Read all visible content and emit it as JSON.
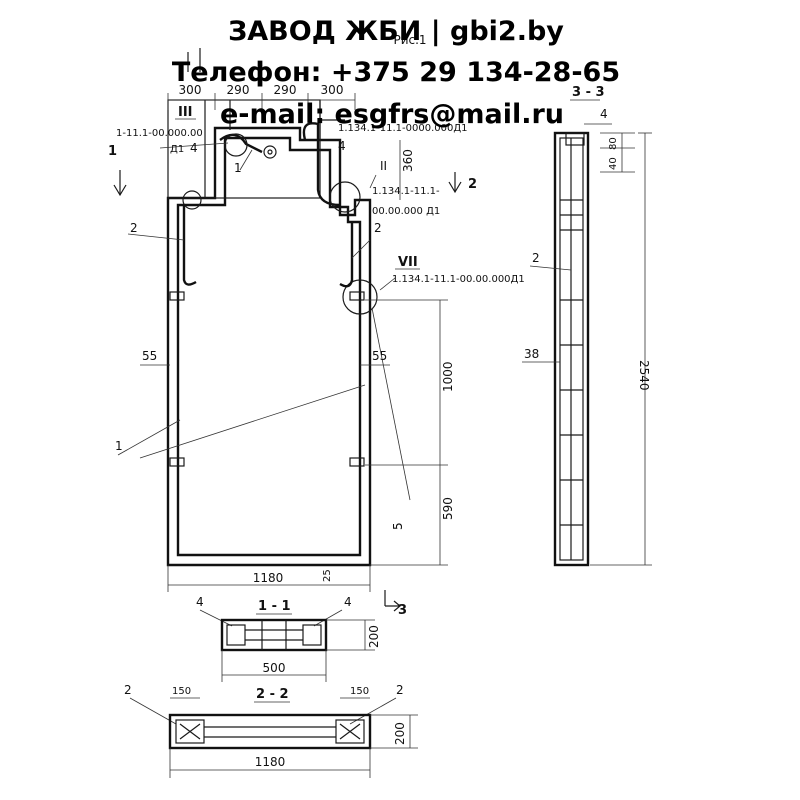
{
  "banner": {
    "line1": "ЗАВОД ЖБИ | gbi2.by",
    "line2": "Телефон: +375 29 134-28-65",
    "line3": "e-mail: esgfrs@mail.ru"
  },
  "drawing": {
    "figure_label": "Рис.1",
    "top_dims": [
      "300",
      "290",
      "290",
      "300"
    ],
    "node_III": "III",
    "node_VII": "VII",
    "code_left": "1-11.1-00.000.00",
    "code_left_suffix": "Д1",
    "code_mid": "1.134.1-11.1-0000.000Д1",
    "code_right_1": "1.134.1-11.1-",
    "code_right_2": "00.00.000 Д1",
    "code_vii": "1.134.1-11.1-00.00.000Д1",
    "label_2": "2",
    "label_4": "4",
    "label_1": "1",
    "label_II": "II",
    "label_5": "5",
    "label_55": "55",
    "label_38": "38",
    "dim_360": "360",
    "dim_1000": "1000",
    "dim_590": "590",
    "dim_25": "25",
    "dim_1180": "1180",
    "dim_2540": "2540",
    "dim_80": "80",
    "dim_40": "40",
    "dim_4_side": "4",
    "section_33": "3 - 3",
    "section_11": "1 - 1",
    "dim_200_a": "200",
    "dim_500": "500",
    "section_22": "2 - 2",
    "dim_150_a": "150",
    "dim_150_b": "150",
    "dim_200_b": "200",
    "dim_1180_b": "1180",
    "cut_1": "1",
    "cut_2": "2",
    "cut_3": "3"
  }
}
